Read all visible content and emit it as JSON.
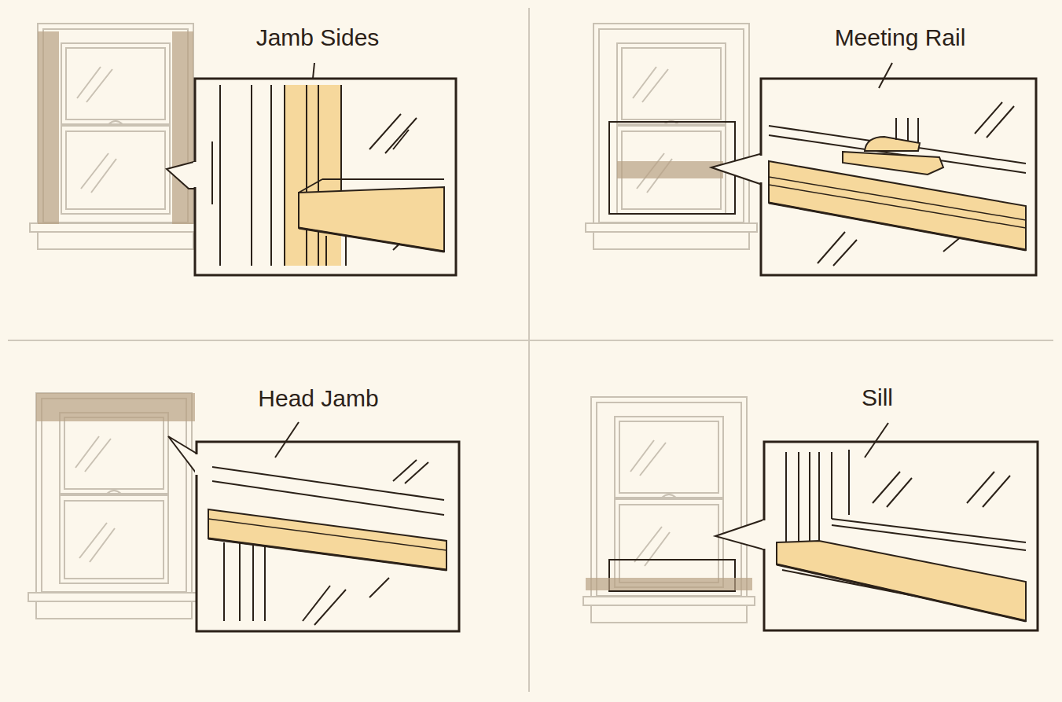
{
  "diagram": {
    "labels": [
      "Jamb Sides",
      "Meeting Rail",
      "Head Jamb",
      "Sill"
    ]
  }
}
